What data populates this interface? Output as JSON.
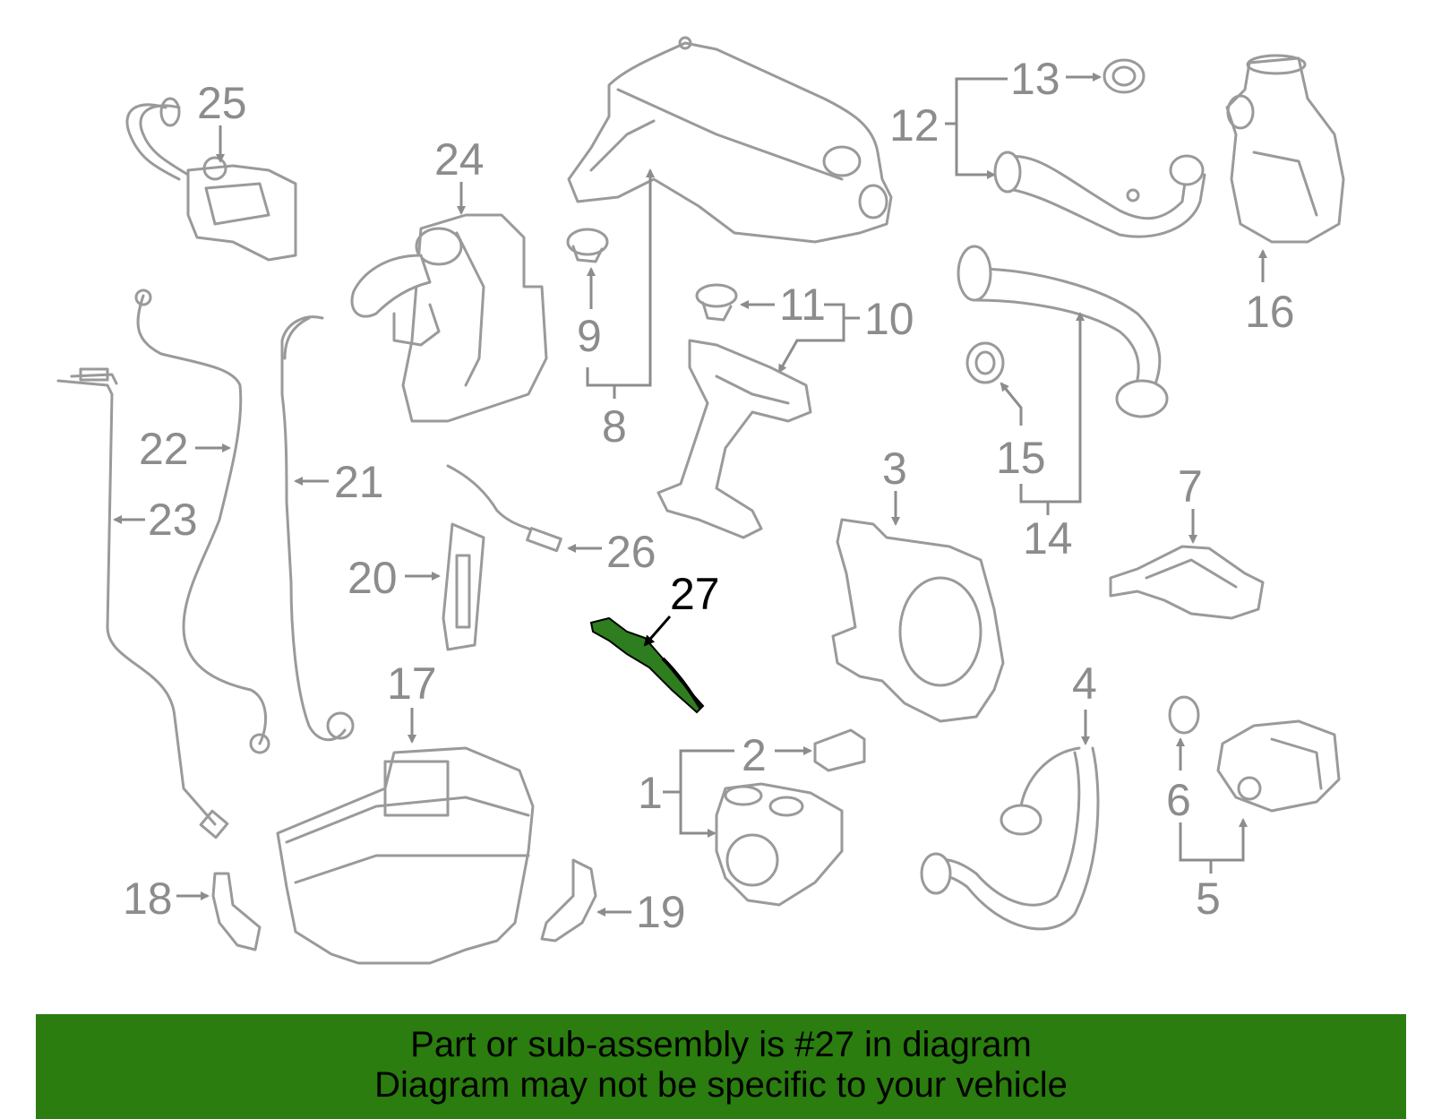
{
  "callouts": {
    "c1": "1",
    "c2": "2",
    "c3": "3",
    "c4": "4",
    "c5": "5",
    "c6": "6",
    "c7": "7",
    "c8": "8",
    "c9": "9",
    "c10": "10",
    "c11": "11",
    "c12": "12",
    "c13": "13",
    "c14": "14",
    "c15": "15",
    "c16": "16",
    "c17": "17",
    "c18": "18",
    "c19": "19",
    "c20": "20",
    "c21": "21",
    "c22": "22",
    "c23": "23",
    "c24": "24",
    "c25": "25",
    "c26": "26",
    "c27": "27"
  },
  "highlight_color": "#2a7d0e",
  "footer": {
    "line1": "Part or sub-assembly is #27 in diagram",
    "line2": "Diagram may not be specific to your vehicle"
  }
}
